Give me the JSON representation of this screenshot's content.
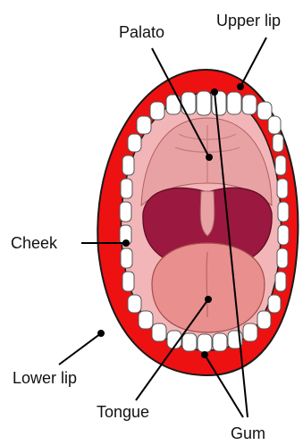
{
  "labels": {
    "palato": "Palato",
    "upper_lip": "Upper lip",
    "cheek": "Cheek",
    "lower_lip": "Lower lip",
    "tongue": "Tongue",
    "gum": "Gum"
  },
  "colors": {
    "lip": "#ee1111",
    "gum": "#f3b6b8",
    "palate": "#e8a2a4",
    "throat": "#9b1840",
    "tongue": "#e98f8d",
    "tooth": "#ffffff",
    "outline": "#1a1a1a"
  }
}
